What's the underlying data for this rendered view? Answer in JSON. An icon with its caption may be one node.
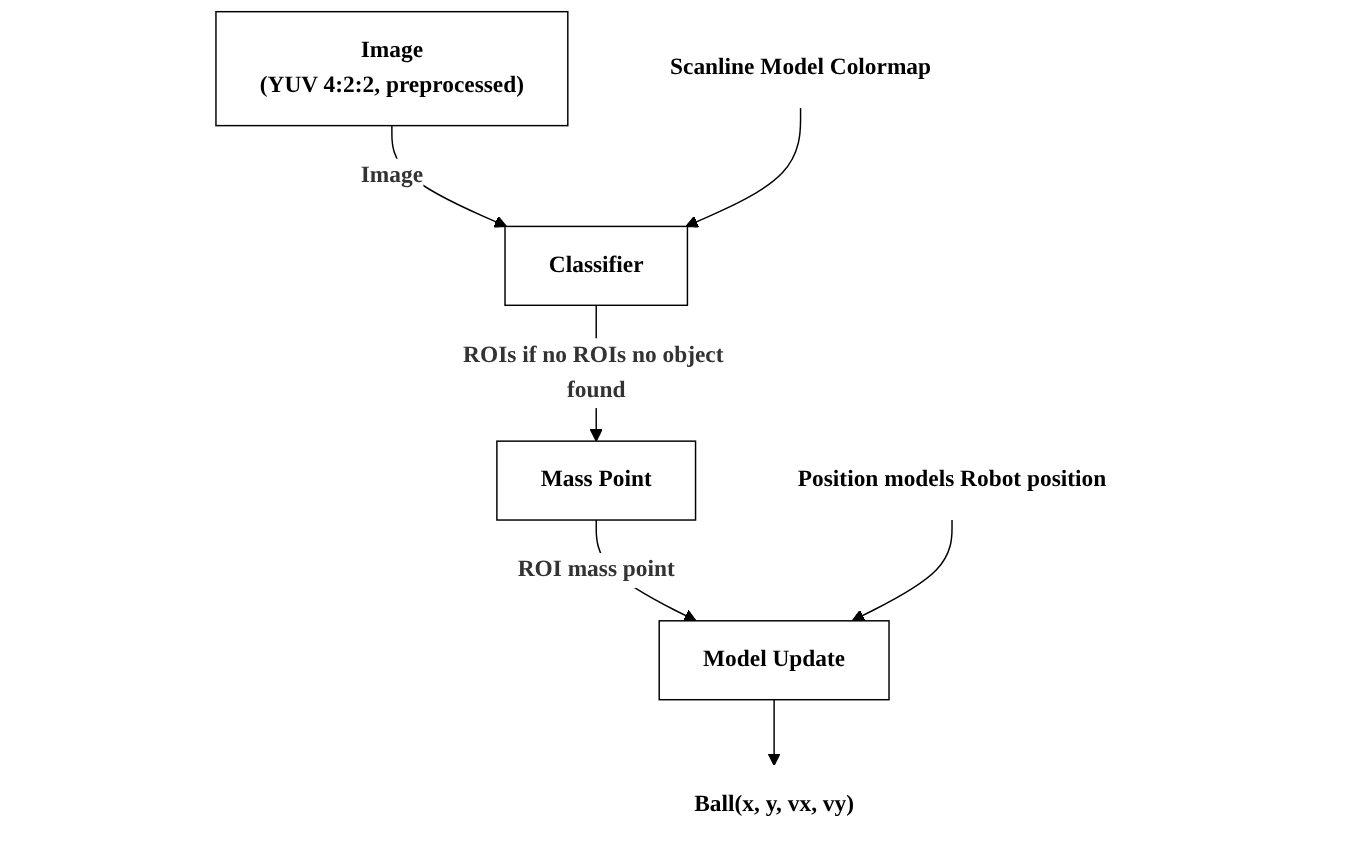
{
  "diagram": {
    "nodes": [
      {
        "text": [
          "Image",
          "(YUV 4:2:2, preprocessed)"
        ]
      },
      {
        "text": [
          "Classifier"
        ]
      },
      {
        "text": [
          "Mass Point"
        ]
      },
      {
        "text": [
          "Model Update"
        ]
      },
      {
        "text": [
          "Scanline Model Colormap"
        ]
      },
      {
        "text": [
          "Position models Robot position"
        ]
      },
      {
        "text": [
          "Ball(x, y, vx, vy)"
        ]
      }
    ],
    "edges": [
      {
        "from": 0,
        "to": 1,
        "arrow": "to",
        "label": "Image"
      },
      {
        "from": 4,
        "to": 1,
        "arrow": "to"
      },
      {
        "from": 1,
        "to": 2,
        "arrow": "to",
        "label": "ROIs if no ROIs no object found"
      },
      {
        "from": 2,
        "to": 3,
        "arrow": "to",
        "label": "ROI mass point"
      },
      {
        "from": 5,
        "to": 3,
        "arrow": "to"
      },
      {
        "from": 3,
        "to": 6,
        "arrow": "to"
      }
    ]
  }
}
